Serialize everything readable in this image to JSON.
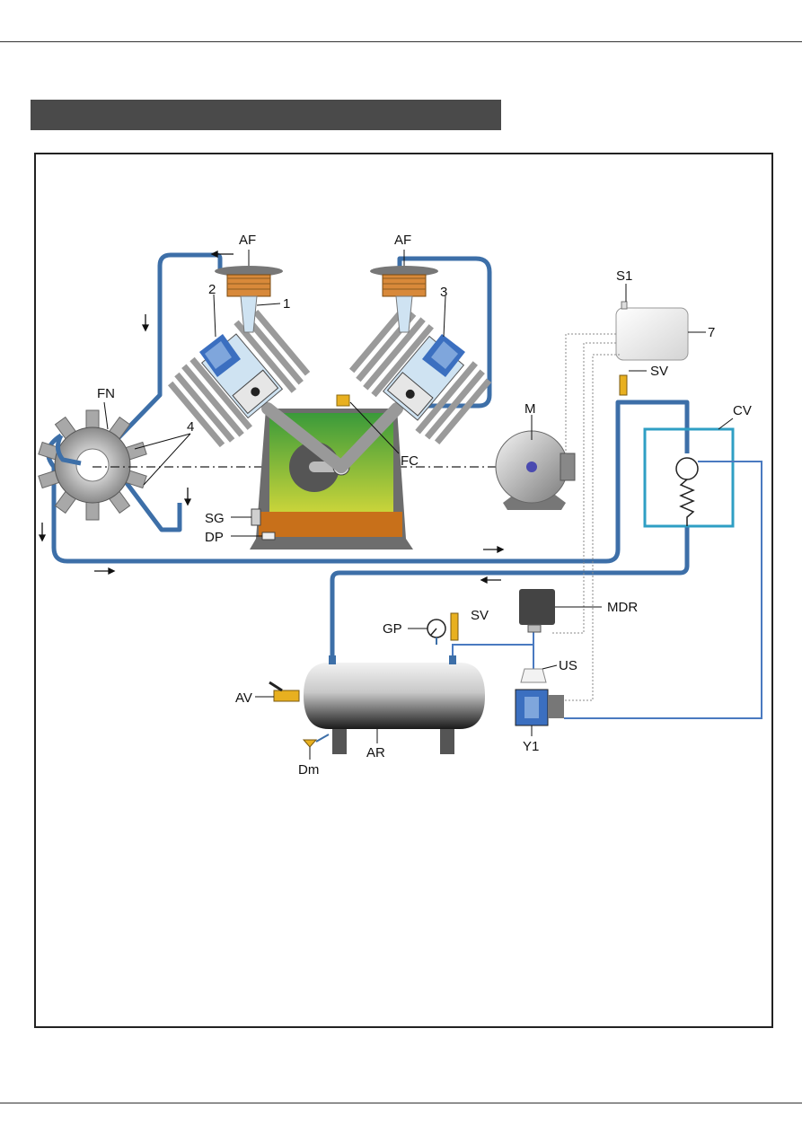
{
  "header": {
    "section_title": ""
  },
  "labels": {
    "af_left": "AF",
    "af_right": "AF",
    "num_1": "1",
    "num_2": "2",
    "num_3": "3",
    "num_4": "4",
    "num_7": "7",
    "fn": "FN",
    "fc": "FC",
    "m": "M",
    "s1": "S1",
    "sv_top": "SV",
    "cv": "CV",
    "sg": "SG",
    "dp": "DP",
    "mdr": "MDR",
    "gp": "GP",
    "sv_tank": "SV",
    "us": "US",
    "av": "AV",
    "ar": "AR",
    "dm": "Dm",
    "y1": "Y1"
  },
  "colors": {
    "pipe": "#3d6fa8",
    "thin_pipe": "#4a7ac0",
    "cooler": "#2f9fc4",
    "block": "#6d6d6d",
    "crankcase_green": "#3a9a3a",
    "crankcase_yellow": "#c9d43a",
    "oil": "#c8701a",
    "filter": "#d8893a",
    "valve_blue": "#3b6fc0",
    "relief_yellow": "#e8b020"
  }
}
